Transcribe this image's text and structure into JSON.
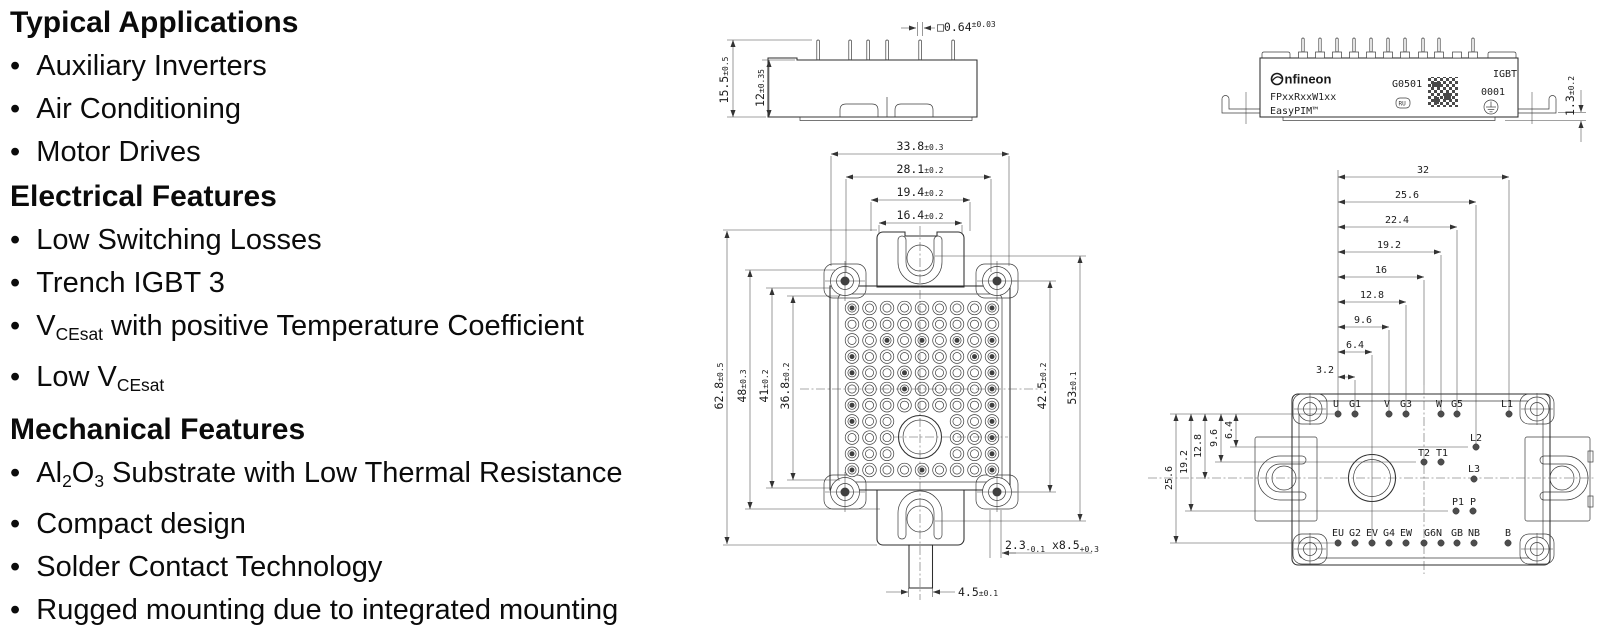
{
  "features": {
    "sections": [
      {
        "title": "Typical Applications",
        "items": [
          "Auxiliary Inverters",
          "Air Conditioning",
          "Motor Drives"
        ]
      },
      {
        "title": "Electrical Features",
        "items": [
          "Low Switching Losses",
          "Trench IGBT 3",
          "V~CEsat~  with positive Temperature Coefficient",
          "Low V~CEsat~"
        ]
      },
      {
        "title": "Mechanical Features",
        "items": [
          "Al~2~O~3~ Substrate with Low Thermal Resistance",
          "Compact design",
          "Solder Contact Technology",
          "Rugged mounting due to integrated mounting"
        ]
      }
    ]
  },
  "side_view": {
    "dims": {
      "pin_sq": {
        "v": "□0.64",
        "t": "±0.03"
      },
      "total_h": {
        "v": "15.5",
        "t": "±0.5"
      },
      "body_h": {
        "v": "12",
        "t": "±0.35"
      }
    }
  },
  "main_view": {
    "top_dims": [
      {
        "v": "33.8",
        "t": "±0.3"
      },
      {
        "v": "28.1",
        "t": "±0.2"
      },
      {
        "v": "19.4",
        "t": "±0.2"
      },
      {
        "v": "16.4",
        "t": "±0.2"
      }
    ],
    "left_dims": [
      {
        "v": "62.8",
        "t": "±0.5"
      },
      {
        "v": "48",
        "t": "±0.3"
      },
      {
        "v": "41",
        "t": "±0.2"
      },
      {
        "v": "36.8",
        "t": "±0.2"
      }
    ],
    "right_dims": [
      {
        "v": "42.5",
        "t": "±0.2"
      },
      {
        "v": "53",
        "t": "±0.1"
      }
    ],
    "slot_dim": {
      "v1": "2.3",
      "t1": "-0.1",
      "v2": " x8.5",
      "t2": "+0.3"
    },
    "pin_dim": {
      "v": "4.5",
      "t": "±0.1"
    },
    "grid": {
      "rows": 11,
      "cols": 9,
      "omit_rows": [
        8,
        9,
        10
      ],
      "omit_cols": [
        4,
        5,
        6
      ],
      "filled": [
        [
          1,
          1
        ],
        [
          1,
          9
        ],
        [
          3,
          3
        ],
        [
          3,
          5
        ],
        [
          3,
          7
        ],
        [
          3,
          9
        ],
        [
          4,
          1
        ],
        [
          4,
          8
        ],
        [
          4,
          9
        ],
        [
          5,
          1
        ],
        [
          5,
          4
        ],
        [
          5,
          9
        ],
        [
          6,
          4
        ],
        [
          6,
          9
        ],
        [
          7,
          1
        ],
        [
          7,
          9
        ],
        [
          8,
          1
        ],
        [
          8,
          9
        ],
        [
          9,
          9
        ],
        [
          10,
          1
        ],
        [
          10,
          9
        ],
        [
          11,
          1
        ],
        [
          11,
          5
        ],
        [
          11,
          9
        ]
      ]
    }
  },
  "label_view": {
    "brand": "nfineon",
    "part": "FPxxRxxW1xx",
    "family": "EasyPIM™",
    "code": "G0501",
    "ul": "RU",
    "type": "IGBT",
    "serial": "0001",
    "dim": {
      "v": "1.3",
      "t": "±0.2"
    }
  },
  "footprint": {
    "h_dims": [
      "32",
      "25.6",
      "22.4",
      "19.2",
      "16",
      "12.8",
      "9.6",
      "6.4",
      "3.2"
    ],
    "v_dims": [
      "25.6",
      "19.2",
      "12.8",
      "9.6",
      "6.4"
    ],
    "pins_top": [
      "U",
      "G1",
      "V",
      "G3",
      "W",
      "G5",
      "L1"
    ],
    "pins_mid": [
      "L2",
      "T2 T1",
      "L3",
      "P1 P"
    ],
    "pins_bottom": [
      "EU",
      "G2",
      "EV",
      "G4",
      "EW",
      "G6N",
      "GB",
      "NB",
      "B"
    ]
  },
  "colors": {
    "line": "#2e2e2e",
    "dim_line": "#444",
    "text": "#0b0b0b"
  }
}
